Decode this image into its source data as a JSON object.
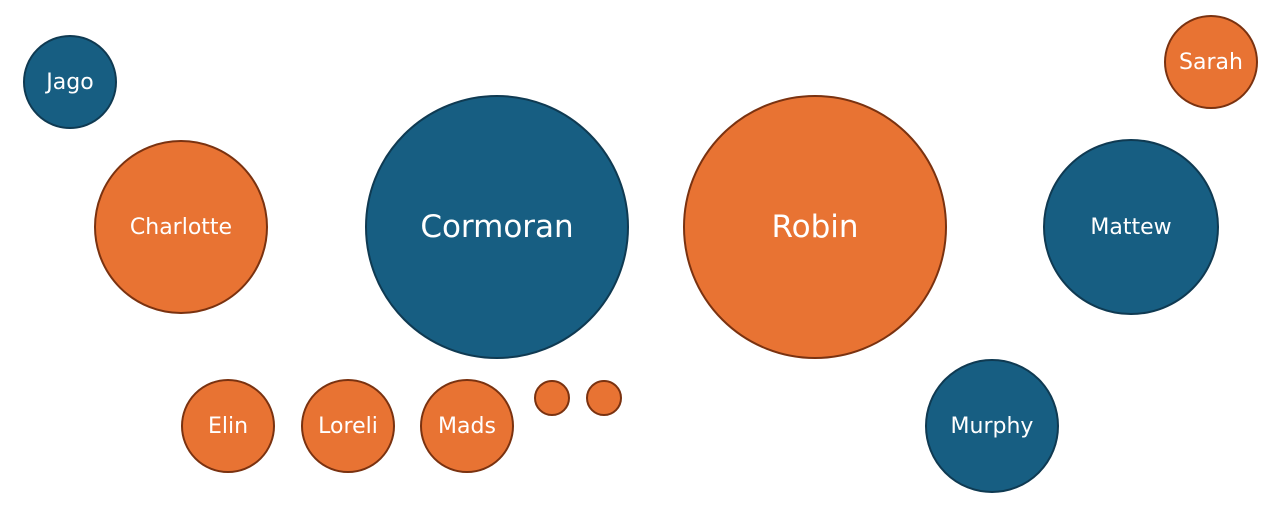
{
  "colors": {
    "blue_fill": "#175E82",
    "blue_border": "#0F3A52",
    "orange_fill": "#E87333",
    "orange_border": "#7A3210",
    "label_text": "#FFFFFF",
    "background": "#FFFFFF"
  },
  "bubbles": [
    {
      "name": "jago-bubble",
      "label": "Jago",
      "color": "blue"
    },
    {
      "name": "charlotte-bubble",
      "label": "Charlotte",
      "color": "orange"
    },
    {
      "name": "cormoran-bubble",
      "label": "Cormoran",
      "color": "blue"
    },
    {
      "name": "robin-bubble",
      "label": "Robin",
      "color": "orange"
    },
    {
      "name": "sarah-bubble",
      "label": "Sarah",
      "color": "orange"
    },
    {
      "name": "mattew-bubble",
      "label": "Mattew",
      "color": "blue"
    },
    {
      "name": "elin-bubble",
      "label": "Elin",
      "color": "orange"
    },
    {
      "name": "loreli-bubble",
      "label": "Loreli",
      "color": "orange"
    },
    {
      "name": "mads-bubble",
      "label": "Mads",
      "color": "orange"
    },
    {
      "name": "small-bubble-1",
      "label": "",
      "color": "orange"
    },
    {
      "name": "small-bubble-2",
      "label": "",
      "color": "orange"
    },
    {
      "name": "murphy-bubble",
      "label": "Murphy",
      "color": "blue"
    }
  ]
}
